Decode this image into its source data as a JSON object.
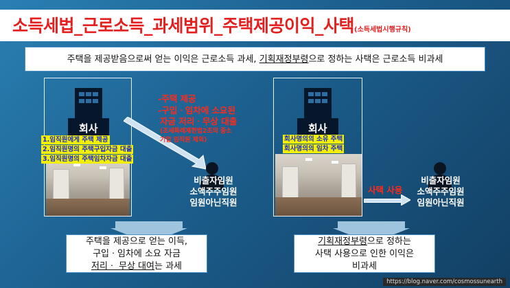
{
  "title": {
    "main": "소득세법_근로소득_과세범위_주택제공이익_사택",
    "sub": "(소득세법시행규칙)"
  },
  "summary": {
    "before": "주택을 제공받음으로써 얻는 이익은 근로소득 과세, ",
    "underline": "기획재정부령",
    "after": "으로 정하는 사택은 근로소득 비과세"
  },
  "left_panel": {
    "company_label": "회사",
    "tags": [
      "1.임직원에게 주택 제공",
      "2.임직원명의 주택구입자금 대출",
      "3.임직원명의 주택임차자금 대출"
    ]
  },
  "middle_notes": {
    "line1": "-주택 제공",
    "line2": "-구입ㆍ임차에 소요된",
    "line3": "자금 저리ㆍ무상 대출",
    "line4": "(조세특례제한법2조의 중소",
    "line5": "기업 임직원 제외)"
  },
  "left_person": {
    "lines": [
      "비출자임원",
      "소액주주임원",
      "임원아닌직원"
    ]
  },
  "left_result": {
    "line1": "주택을 제공으로 얻는 이득,",
    "line2": "구입ㆍ임차에 소요 자금",
    "line3_u": "저리ㆍ 무상 대여",
    "line3_rest": "는 과세"
  },
  "right_panel": {
    "company_label": "회사",
    "tags": [
      "회사명의의 소유 주택",
      "회사명의의 임차 주택"
    ]
  },
  "right_arrow_label": "사택 사용",
  "right_person": {
    "lines": [
      "비출자임원",
      "소액주주임원",
      "임원아닌직원"
    ]
  },
  "right_result": {
    "line1_u": "기획재정부령",
    "line1_rest": "으로 정하는",
    "line2": "사택 사용으로 인한 이익은",
    "line3": "비과세"
  },
  "footer_url": "https://blog.naver.com/cosmossunearth",
  "colors": {
    "title_red": "#e41f1f",
    "note_red": "#ff2a1a",
    "tag_yellow": "#f2f000",
    "tag_text": "#1b2bd0"
  }
}
